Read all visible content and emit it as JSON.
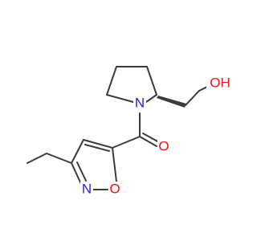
{
  "structure": {
    "atoms": {
      "n_pyrrolidine": "N",
      "o_hydroxyl": "OH",
      "o_carbonyl": "O",
      "n_isoxazole": "N",
      "o_isoxazole": "O"
    },
    "labels_shown": [
      "N",
      "OH",
      "O",
      "N",
      "O"
    ]
  },
  "colors": {
    "bond": "#3b3b3b",
    "nitrogen": "#1f1fd8",
    "oxygen": "#ff0d0d"
  }
}
